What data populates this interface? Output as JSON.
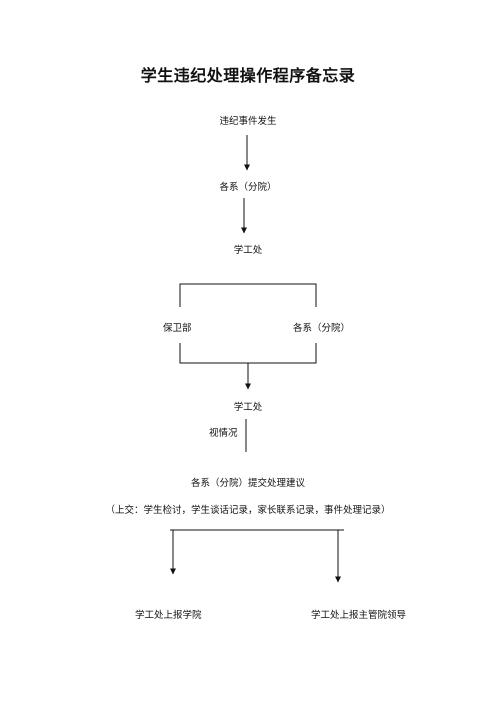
{
  "document": {
    "title": "学生违纪处理操作程序备忘录",
    "steps": {
      "incident": "违纪事件发生",
      "dept_1": "各系（分院）",
      "student_affairs_1": "学工处",
      "security": "保卫部",
      "dept_2": "各系（分院）",
      "student_affairs_2": "学工处",
      "condition": "视情况",
      "proposal": "各系（分院）提交处理建议",
      "materials": "（上交：学生检讨，学生谈话记录，家长联系记录，事件处理记录）",
      "report_college": "学工处上报学院",
      "report_leader": "学工处上报主管院领导"
    }
  }
}
